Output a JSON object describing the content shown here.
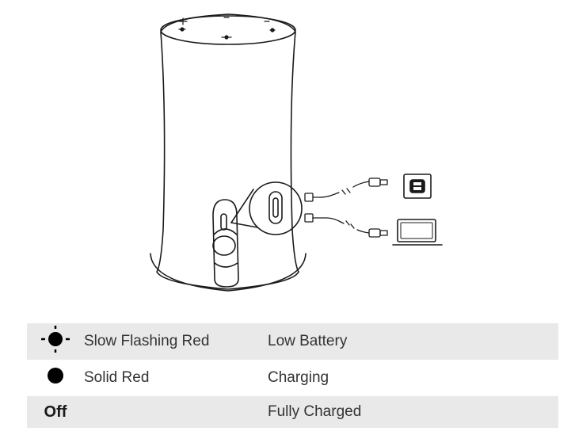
{
  "colors": {
    "line": "#1a1a1a",
    "row_shade": "#e9e9e9",
    "text": "#333333"
  },
  "figure": {
    "device": "speaker",
    "port_icon": "usb-c-port-icon",
    "sources": [
      "power-adapter-icon",
      "laptop-icon"
    ]
  },
  "led_table": {
    "rows": [
      {
        "icon": "flashing-dot-icon",
        "status": "Slow Flashing Red",
        "meaning": "Low Battery"
      },
      {
        "icon": "solid-dot-icon",
        "status": "Solid Red",
        "meaning": "Charging"
      },
      {
        "icon_text": "Off",
        "status": "",
        "meaning": "Fully Charged"
      }
    ]
  }
}
